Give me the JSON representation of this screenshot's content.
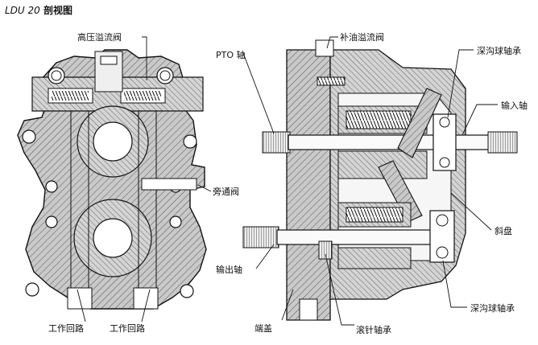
{
  "title": {
    "model": "LDU 20",
    "suffix": " 剖视图"
  },
  "labels": {
    "high_pressure_relief_valve": "高压溢流阀",
    "charge_relief_valve": "补油溢流阀",
    "pto_shaft": "PTO 轴",
    "deep_groove_bearing_top": "深沟球轴承",
    "input_shaft": "输入轴",
    "bypass_valve": "旁通阀",
    "swashplate": "斜盘",
    "output_shaft": "输出轴",
    "deep_groove_bearing_bottom": "深沟球轴承",
    "work_loop_left": "工作回路",
    "work_loop_right": "工作回路",
    "end_cap": "端盖",
    "needle_bearing": "滚针轴承"
  }
}
